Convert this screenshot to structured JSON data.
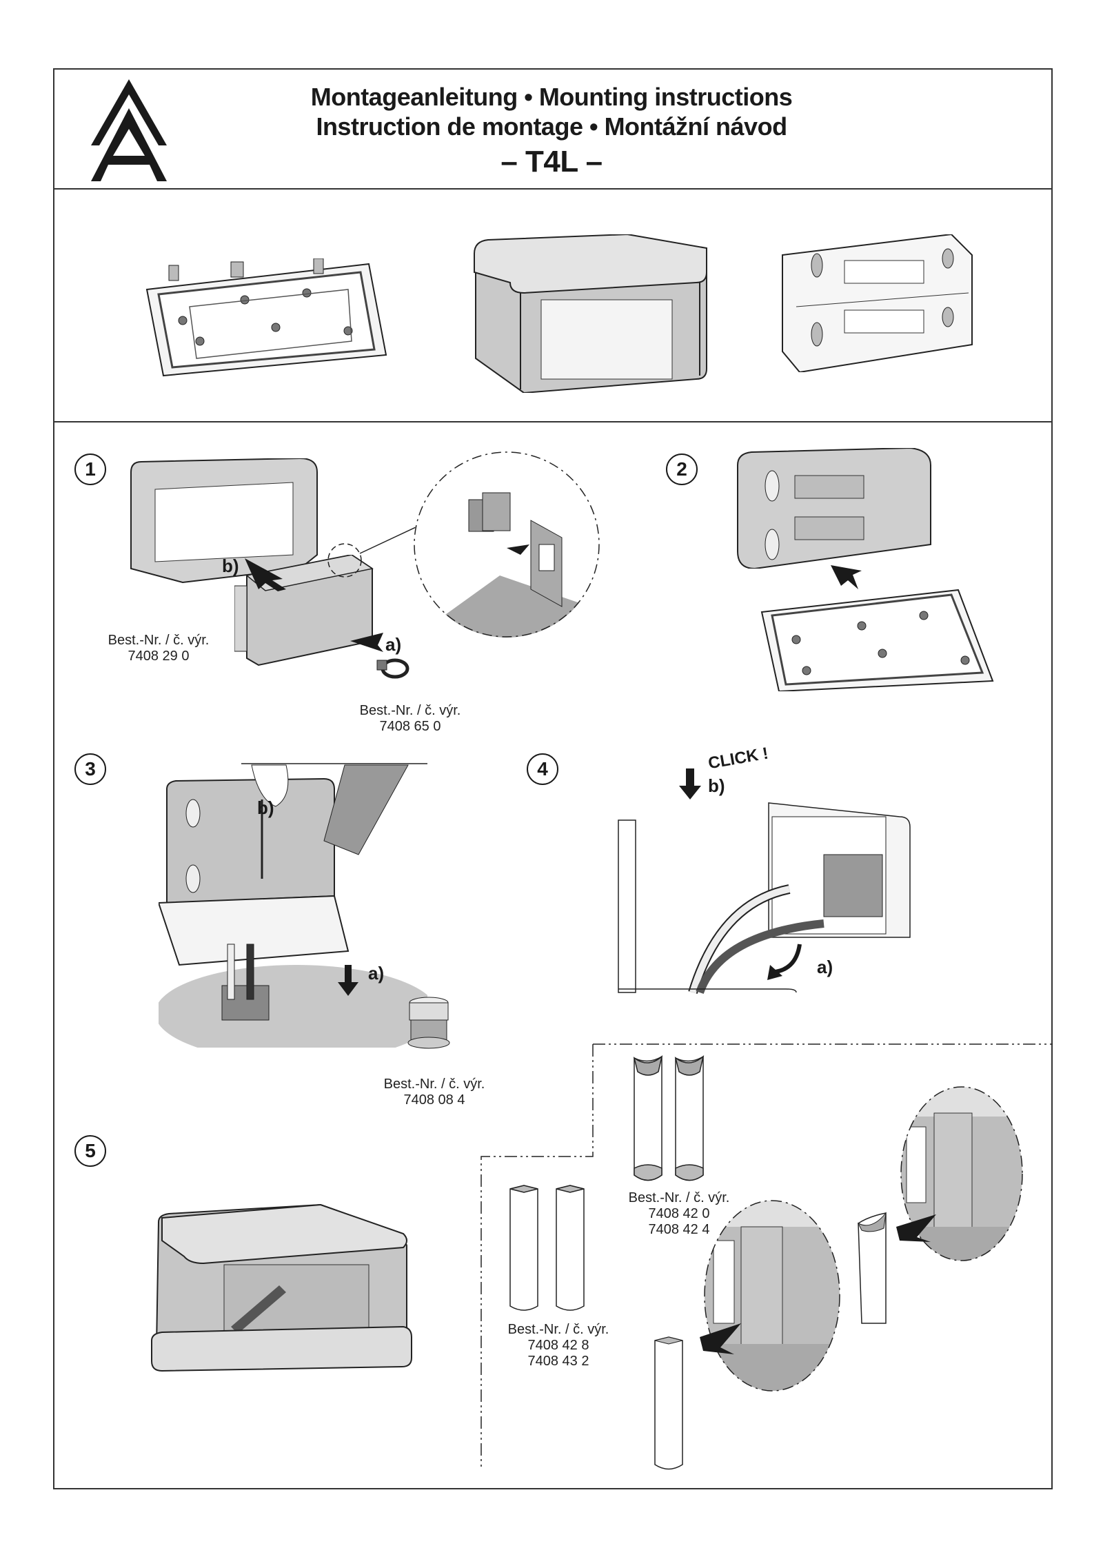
{
  "header": {
    "title_line1": "Montageanleitung • Mounting instructions",
    "title_line2": "Instruction de montage • Montážní návod",
    "model": "– T4L –",
    "logo": "manufacturer-logo-double-a"
  },
  "overview": {
    "items": [
      "base-plate",
      "assembled-box-with-cover",
      "device-mounting-frame"
    ]
  },
  "steps": [
    {
      "number": "1",
      "labels": {
        "a": "a)",
        "b": "b)"
      },
      "parts": [
        {
          "caption": "Best.-Nr. / č. výr.",
          "numbers": [
            "7408 29 0"
          ]
        },
        {
          "caption": "Best.-Nr. / č. výr.",
          "numbers": [
            "7408 65 0"
          ]
        }
      ]
    },
    {
      "number": "2"
    },
    {
      "number": "3",
      "labels": {
        "a": "a)",
        "b": "b)"
      },
      "parts": [
        {
          "caption": "Best.-Nr. / č. výr.",
          "numbers": [
            "7408 08 4"
          ]
        }
      ]
    },
    {
      "number": "4",
      "labels": {
        "a": "a)",
        "b": "b)"
      },
      "callout": "CLICK !"
    },
    {
      "number": "5",
      "parts": [
        {
          "caption": "Best.-Nr. / č. výr.",
          "numbers": [
            "7408 42 0",
            "7408 42 4"
          ]
        },
        {
          "caption": "Best.-Nr. / č. výr.",
          "numbers": [
            "7408 42 8",
            "7408 43 2"
          ]
        }
      ]
    }
  ],
  "colors": {
    "ink": "#1a1a1a",
    "part_fill": "#d9d9d9",
    "shadow": "#a6a6a6",
    "floor": "#c8c8c8"
  }
}
